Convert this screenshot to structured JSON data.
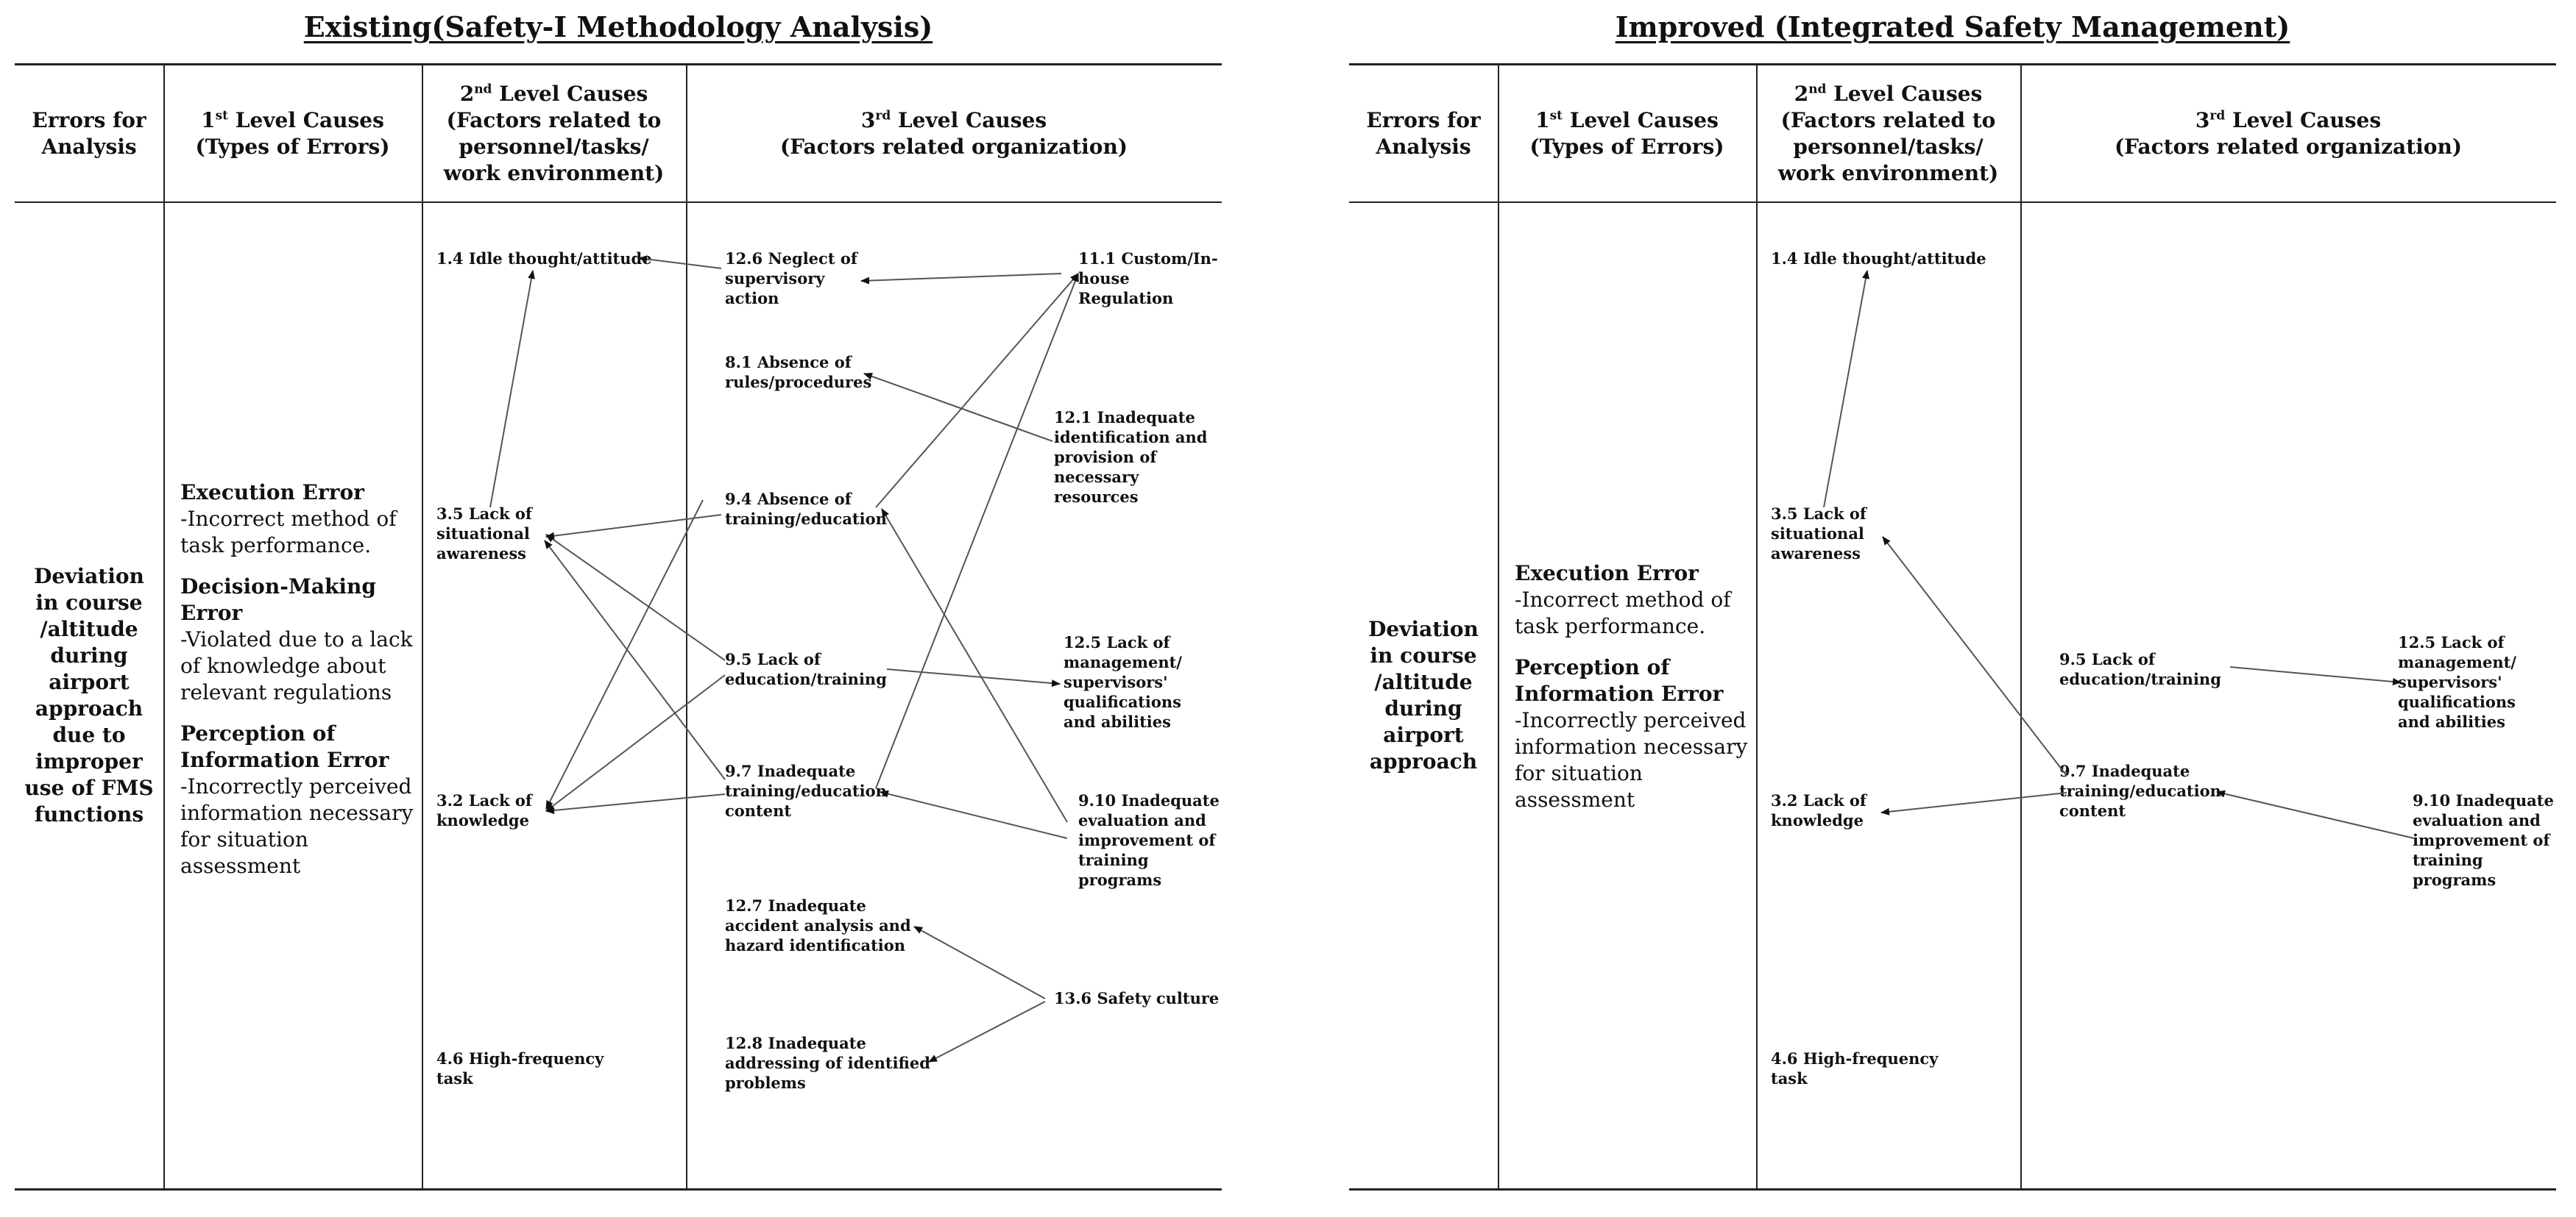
{
  "left_panel": {
    "title": "Existing(Safety-I Methodology Analysis)",
    "headers": {
      "errors": "Errors for\nAnalysis",
      "first_main": "1",
      "first_sup": "st",
      "first_rest": " Level Causes",
      "first_sub": "(Types of Errors)",
      "second_main": "2",
      "second_sup": "nd",
      "second_rest": " Level Causes",
      "second_sub": "(Factors related to\npersonnel/tasks/\nwork environment)",
      "third_main": "3",
      "third_sup": "rd",
      "third_rest": " Level Causes",
      "third_sub": "(Factors related organization)"
    },
    "error_text": "Deviation\nin course\n/altitude\nduring\nairport\napproach\ndue to\nimproper\nuse of FMS\nfunctions",
    "types": [
      {
        "title": "Execution Error",
        "desc": "-Incorrect method of\ntask performance."
      },
      {
        "title": "Decision-Making\nError",
        "desc": "-Violated due to a lack\nof knowledge about\nrelevant regulations"
      },
      {
        "title": "Perception of\nInformation Error",
        "desc": "-Incorrectly perceived\ninformation necessary\nfor situation\nassessment"
      }
    ],
    "level2": {
      "n1_4": "1.4 Idle thought/attitude",
      "n3_5": "3.5 Lack of\nsituational\nawareness",
      "n3_2": "3.2 Lack of\nknowledge",
      "n4_6": "4.6 High-frequency\ntask"
    },
    "level3a": {
      "n12_6": "12.6 Neglect of\nsupervisory\naction",
      "n8_1": "8.1 Absence of\nrules/procedures",
      "n9_4": "9.4 Absence of\ntraining/education",
      "n9_5": "9.5 Lack of\neducation/training",
      "n9_7": "9.7 Inadequate\ntraining/education\ncontent",
      "n12_7": "12.7 Inadequate\naccident analysis and\nhazard identification",
      "n12_8": "12.8 Inadequate\naddressing of identified\nproblems"
    },
    "level3b": {
      "n11_1": "11.1 Custom/In-\nhouse Regulation",
      "n12_1": "12.1 Inadequate\nidentification and\nprovision of\nnecessary resources",
      "n12_5": "12.5 Lack of\nmanagement/\nsupervisors'\nqualifications\nand abilities",
      "n9_10": "9.10 Inadequate\nevaluation and\nimprovement of\ntraining\nprograms",
      "n13_6": "13.6 Safety culture"
    }
  },
  "right_panel": {
    "title": "Improved (Integrated Safety Management)",
    "error_text": "Deviation\nin course\n/altitude\nduring\nairport\napproach",
    "types": [
      {
        "title": "Execution Error",
        "desc": "-Incorrect method of\ntask performance."
      },
      {
        "title": "Perception of\nInformation Error",
        "desc": "-Incorrectly perceived\ninformation necessary\nfor situation\nassessment"
      }
    ],
    "level2": {
      "n1_4": "1.4 Idle thought/attitude",
      "n3_5": "3.5 Lack of\nsituational\nawareness",
      "n3_2": "3.2 Lack of\nknowledge",
      "n4_6": "4.6 High-frequency\ntask"
    },
    "level3a": {
      "n9_5": "9.5 Lack of\neducation/training",
      "n9_7": "9.7 Inadequate\ntraining/education\ncontent"
    },
    "level3b": {
      "n12_5": "12.5 Lack of\nmanagement/\nsupervisors'\nqualifications\nand abilities",
      "n9_10": "9.10 Inadequate\nevaluation and\nimprovement of\ntraining\nprograms"
    }
  }
}
